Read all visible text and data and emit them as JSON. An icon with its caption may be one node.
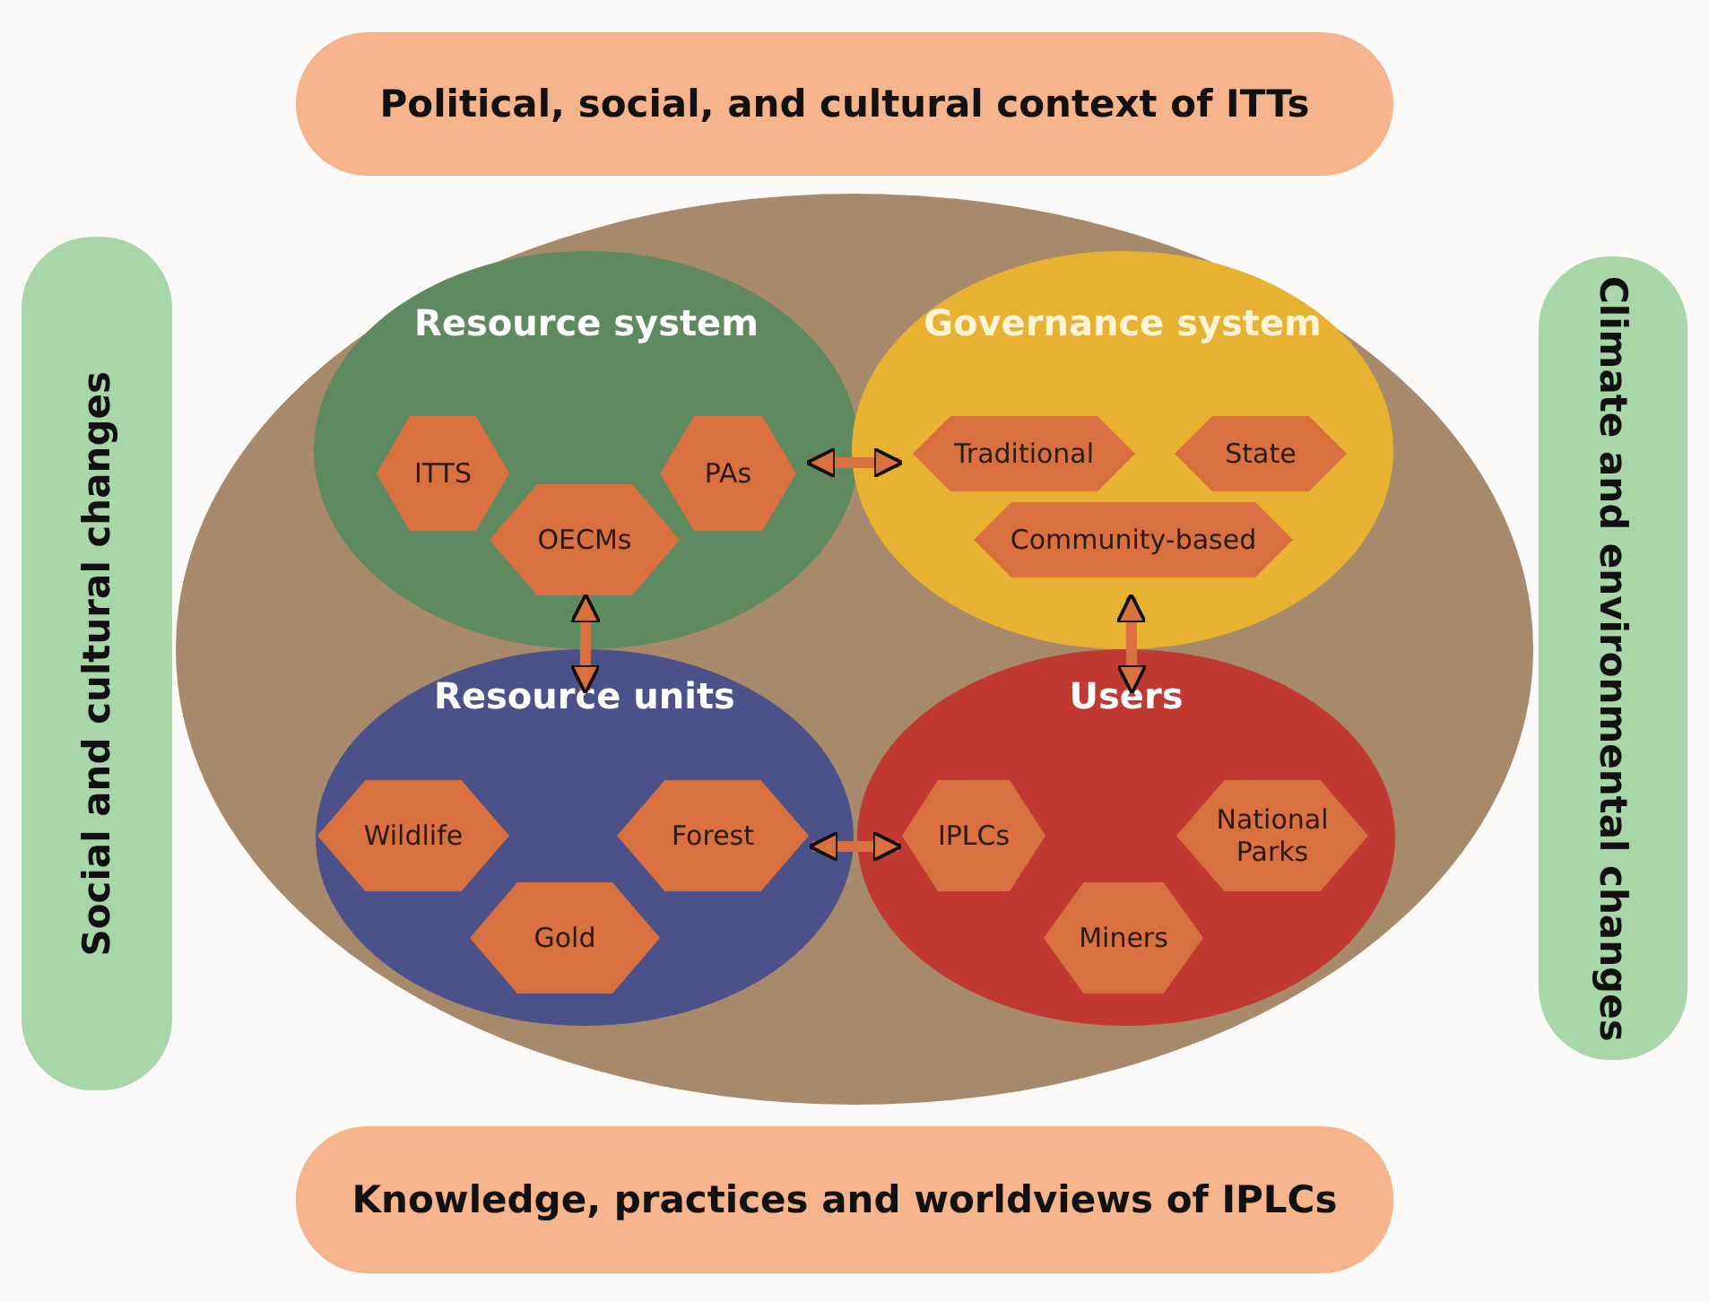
{
  "diagram": {
    "nodes": [
      {
        "text": [
          "Political, social, and cultural context of ITTs"
        ]
      },
      {
        "text": [
          "Social and cultural changes"
        ]
      },
      {
        "text": [
          "Climate and environmental changes"
        ]
      },
      {
        "text": [],
        "shape": "ellipse"
      },
      {
        "text": [
          "Resource system"
        ],
        "in": 3
      },
      {
        "text": [
          "ITTS"
        ],
        "in": 4
      },
      {
        "text": [
          "PAs"
        ],
        "in": 4
      },
      {
        "text": [
          "OECMs"
        ],
        "in": 4
      },
      {
        "text": [
          "Governance system"
        ],
        "in": 3
      },
      {
        "text": [
          "Traditional"
        ],
        "in": 8
      },
      {
        "text": [
          "State"
        ],
        "in": 8
      },
      {
        "text": [
          "Community-based"
        ],
        "in": 8
      },
      {
        "text": [
          "Resource units"
        ],
        "in": 3
      },
      {
        "text": [
          "Wildlife"
        ],
        "in": 12
      },
      {
        "text": [
          "Forest"
        ],
        "in": 12
      },
      {
        "text": [
          "Gold"
        ],
        "in": 12
      },
      {
        "text": [
          "Users"
        ],
        "in": 3
      },
      {
        "text": [
          "IPLCs"
        ],
        "in": 16
      },
      {
        "text": [
          "National Parks"
        ],
        "in": 16
      },
      {
        "text": [
          "Miners"
        ],
        "in": 16
      },
      {
        "text": [
          "Knowledge, practices and worldviews of IPLCs"
        ]
      }
    ],
    "edges": [
      {
        "from": 4,
        "to": 8,
        "arrow": "both"
      },
      {
        "from": 4,
        "to": 12,
        "arrow": "both"
      },
      {
        "from": 12,
        "to": 16,
        "arrow": "both"
      },
      {
        "from": 8,
        "to": 16,
        "arrow": "both"
      }
    ]
  }
}
